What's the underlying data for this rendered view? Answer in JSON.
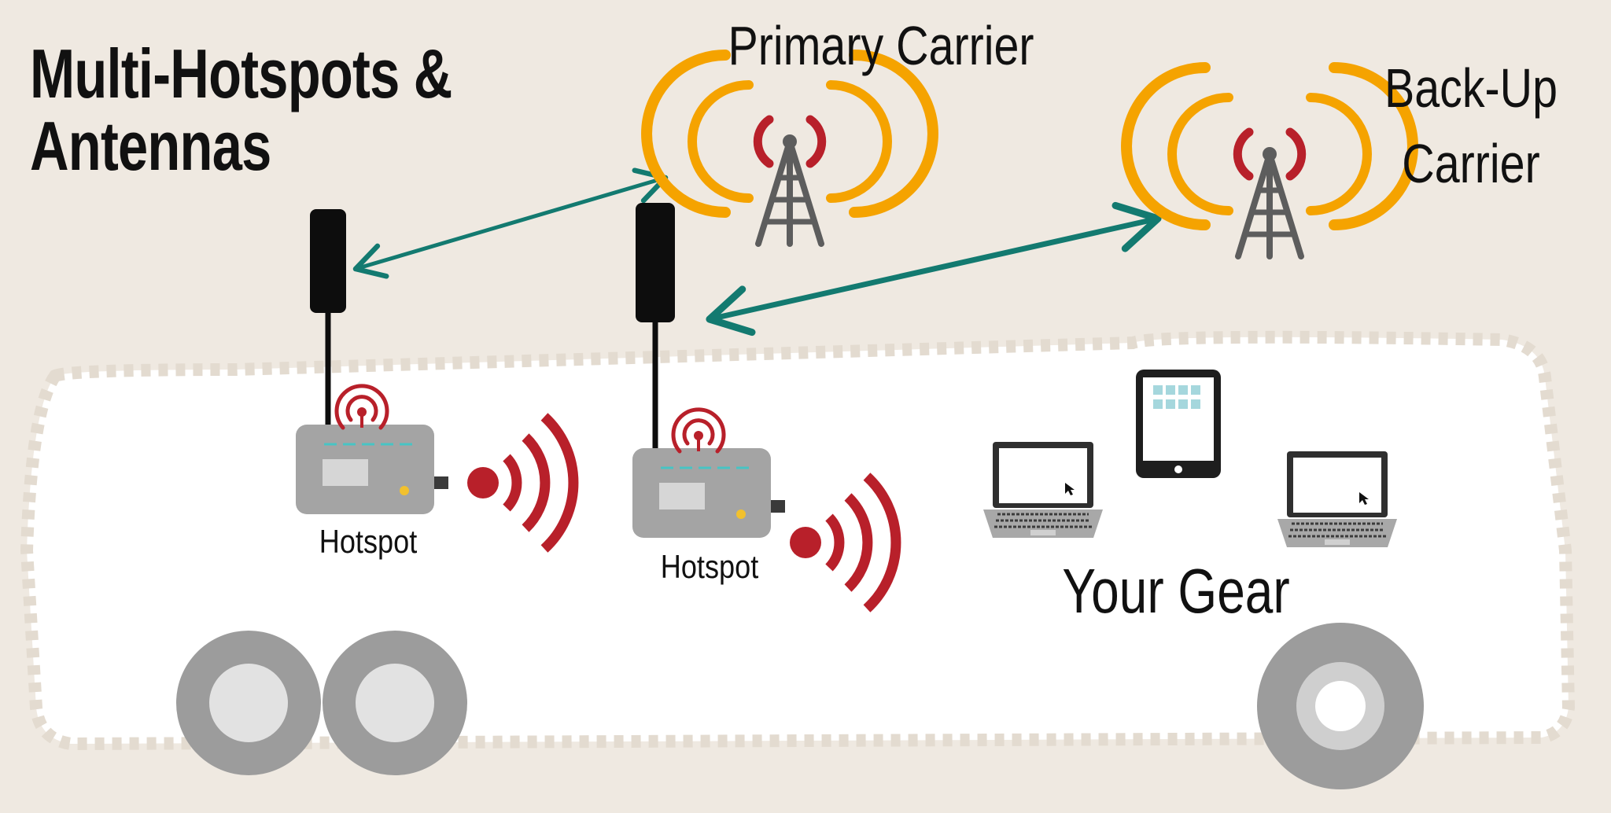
{
  "title": {
    "line1": "Multi-Hotspots &",
    "line2": "Antennas"
  },
  "towers": {
    "primary": {
      "label": "Primary Carrier",
      "icon": "cell-tower-icon"
    },
    "backup": {
      "label_line1": "Back-Up",
      "label_line2": "Carrier",
      "icon": "cell-tower-icon"
    }
  },
  "hotspots": [
    {
      "label": "Hotspot",
      "icon": "hotspot-router-icon"
    },
    {
      "label": "Hotspot",
      "icon": "hotspot-router-icon"
    }
  ],
  "gear": {
    "label": "Your Gear",
    "devices": [
      "laptop-icon",
      "tablet-icon",
      "laptop-icon"
    ]
  },
  "colors": {
    "background": "#efe9e1",
    "rv_body": "#ffffff",
    "signal_orange": "#f5a300",
    "signal_red": "#b8202a",
    "tower_gray": "#5d5d5d",
    "arrow_teal": "#137a70",
    "antenna_black": "#0d0d0d",
    "hotspot_gray": "#a4a4a4",
    "wheel_gray": "#9c9c9c",
    "wheel_hub": "#e2e2e2"
  }
}
